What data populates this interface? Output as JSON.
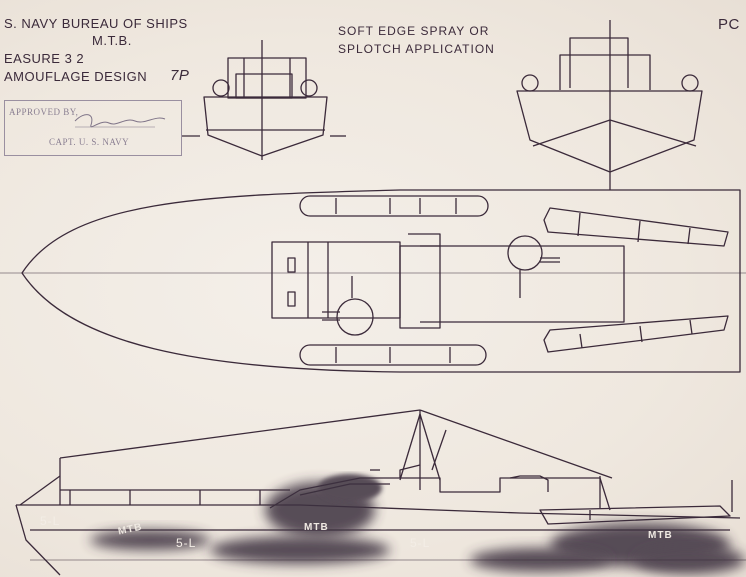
{
  "header": {
    "line1": "S. NAVY   BUREAU OF SHIPS",
    "line2": "M.T.B.",
    "line3": "EASURE  3 2",
    "line4": "AMOUFLAGE DESIGN",
    "design_code": "7P",
    "corner": "PC"
  },
  "note": {
    "line1": "SOFT EDGE SPRAY OR",
    "line2": "SPLOTCH APPLICATION"
  },
  "stamp": {
    "approved": "APPROVED BY,",
    "title": "CAPT. U. S. NAVY"
  },
  "hull_labels": {
    "bow": "5-L",
    "mid_fwd": "5-L",
    "mid_aft": "5-L",
    "mtb_fwd": "MTB",
    "mtb_mid": "MTB",
    "mtb_aft": "MTB"
  },
  "colors": {
    "ink": "#3b2a3a",
    "paper": "#f1ebe4",
    "camouflage": "#3d3240"
  }
}
